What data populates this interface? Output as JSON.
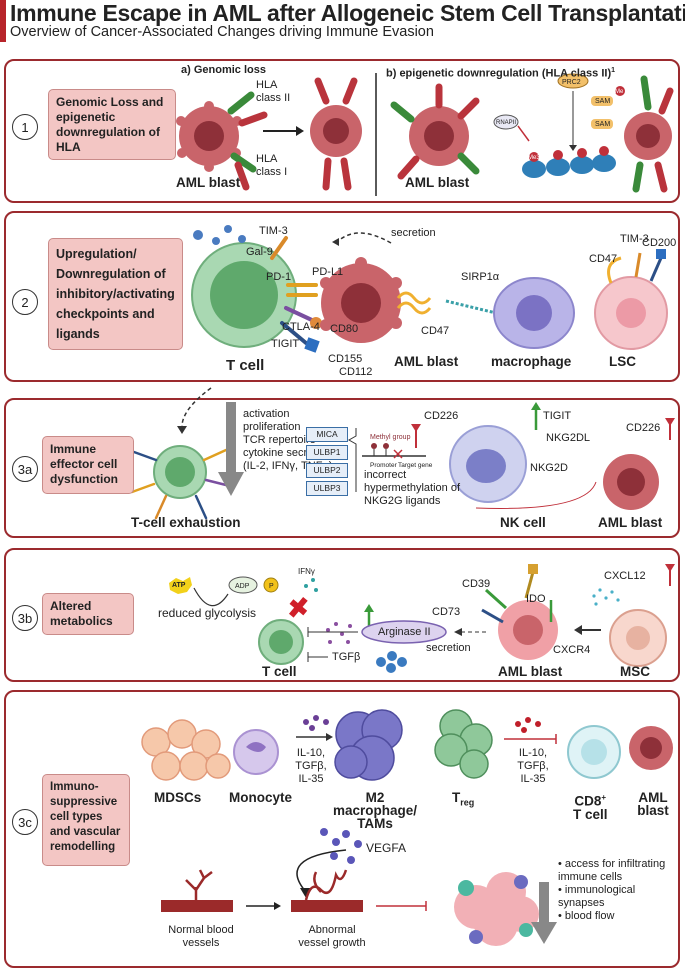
{
  "header": {
    "title": "Immune Escape in AML after Allogeneic Stem Cell Transplantation",
    "subtitle": "Overview of Cancer-Associated Changes driving Immune Evasion"
  },
  "colors": {
    "accent": "#b7242a",
    "panel_border": "#9b2a2e",
    "label_bg": "#f3c6c4"
  },
  "p1": {
    "num": "1",
    "label": "Genomic Loss and epigenetic downregulation of HLA",
    "head_a": "a) Genomic loss",
    "head_b": "b) epigenetic downregulation (HLA class II)",
    "head_b_sup": "1",
    "hla2": "HLA class II",
    "hla1": "HLA class I",
    "blast_a": "AML blast",
    "blast_b": "AML blast",
    "prc2": "PRC2",
    "sam": "SAM",
    "me": "Me",
    "rnapii": "RNAPII",
    "me3": "Me3"
  },
  "p2": {
    "num": "2",
    "label": "Upregulation/ Downregulation of inhibitory/activating checkpoints and ligands",
    "tim3": "TIM-3",
    "gal9": "Gal-9",
    "secretion": "secretion",
    "pd1": "PD-1",
    "pdl1": "PD-L1",
    "ctla4": "CTLA-4",
    "cd80": "CD80",
    "tigit": "TIGIT",
    "cd155": "CD155",
    "cd112": "CD112",
    "cd47": "CD47",
    "sirp": "SIRP1α",
    "tim3b": "TIM-3",
    "cd47b": "CD47",
    "cd200": "CD200",
    "tcell": "T cell",
    "blast": "AML blast",
    "macro": "macrophage",
    "lsc": "LSC"
  },
  "p3a": {
    "num": "3a",
    "label": "Immune effector cell dysfunction",
    "effects": [
      "activation",
      "proliferation",
      "TCR repertoire",
      "cytokine secretion",
      "(IL-2, IFNγ, TNFα)"
    ],
    "exhaust": "T-cell exhaustion",
    "ligands": [
      "MICA",
      "ULBP1",
      "ULBP2",
      "ULBP3"
    ],
    "methyl": "Methyl group",
    "promoter": "Promoter",
    "target": "Target gene",
    "hyper": "incorrect hypermethylation of NKG2G ligands",
    "cd226": "CD226",
    "tigit": "TIGIT",
    "nkg2dl": "NKG2DL",
    "nkg2d": "NKG2D",
    "cd226b": "CD226",
    "nk": "NK cell",
    "blast": "AML blast"
  },
  "p3b": {
    "num": "3b",
    "label": "Altered metabolics",
    "atp": "ATP",
    "adp": "ADP",
    "p": "P",
    "glyco": "reduced glycolysis",
    "ifn": "IFNγ",
    "arg": "Arginase II",
    "secretion": "secretion",
    "tgf": "TGFβ",
    "tcell": "T cell",
    "cd39": "CD39",
    "ido": "IDO",
    "cd73": "CD73",
    "cxcr4": "CXCR4",
    "cxcl12": "CXCL12",
    "blast": "AML blast",
    "msc": "MSC"
  },
  "p3c": {
    "num": "3c",
    "label": "Immuno-suppressive cell types and vascular remodelling",
    "mdsc": "MDSCs",
    "mono": "Monocyte",
    "cyt1": "IL-10, TGFβ, IL-35",
    "m2": "M2 macrophage/ TAMs",
    "treg": "T",
    "treg_sub": "reg",
    "cyt2": "IL-10, TGFβ, IL-35",
    "cd8": "CD8",
    "cd8_sup": "+",
    "cd8b": "T cell",
    "blast": "AML blast",
    "vegfa": "VEGFA",
    "normal": "Normal blood vessels",
    "abnormal": "Abnormal vessel growth",
    "bullets": [
      "access for infiltrating immune cells",
      "immunological synapses",
      "blood flow"
    ]
  }
}
